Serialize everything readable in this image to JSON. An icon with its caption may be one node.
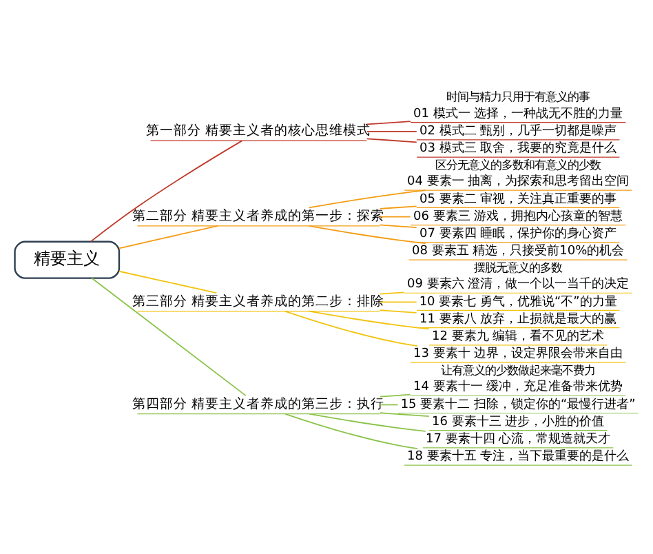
{
  "diagram": {
    "nodes": [
      {
        "text": [
          "精要主义"
        ]
      },
      {
        "text": [
          "第一部分 精要主义者的核心思维模式"
        ]
      },
      {
        "text": [
          "01 模式一 选择，一种战无不胜的力量"
        ]
      },
      {
        "text": [
          "02 模式二 甄别，几乎一切都是噪声"
        ]
      },
      {
        "text": [
          "03 模式三 取舍，我要的究竟是什么"
        ]
      },
      {
        "text": [
          "第二部分 精要主义者养成的第一步：探索"
        ]
      },
      {
        "text": [
          "04 要素一 抽离，为探索和思考留出空间"
        ]
      },
      {
        "text": [
          "05 要素二 审视，关注真正重要的事"
        ]
      },
      {
        "text": [
          "06 要素三 游戏，拥抱内心孩童的智慧"
        ]
      },
      {
        "text": [
          "07 要素四 睡眠，保护你的身心资产"
        ]
      },
      {
        "text": [
          "08 要素五 精选，只接受前10%的机会"
        ]
      },
      {
        "text": [
          "第三部分 精要主义者养成的第二步：排除"
        ]
      },
      {
        "text": [
          "09 要素六 澄清，做一个以一当千的决定"
        ]
      },
      {
        "text": [
          "10 要素七 勇气，优雅说“不”的力量"
        ]
      },
      {
        "text": [
          "11 要素八 放弃，止损就是最大的赢"
        ]
      },
      {
        "text": [
          "12 要素九 编辑，看不见的艺术"
        ]
      },
      {
        "text": [
          "13 要素十 边界，设定界限会带来自由"
        ]
      },
      {
        "text": [
          "第四部分 精要主义者养成的第三步：执行"
        ]
      },
      {
        "text": [
          "14 要素十一 缓冲，充足准备带来优势"
        ]
      },
      {
        "text": [
          "15 要素十二 扫除，锁定你的“最慢行进者”"
        ]
      },
      {
        "text": [
          "16 要素十三 进步，小胜的价值"
        ]
      },
      {
        "text": [
          "17 要素十四 心流，常规造就天才"
        ]
      },
      {
        "text": [
          "18 要素十五 专注，当下最重要的是什么"
        ]
      }
    ],
    "edges": [
      {
        "from": 0,
        "to": 1,
        "arrow": "none",
        "color": "#c0392b"
      },
      {
        "from": 1,
        "to": 2,
        "arrow": "none",
        "color": "#c0392b"
      },
      {
        "from": 1,
        "to": 3,
        "arrow": "none",
        "color": "#c0392b"
      },
      {
        "from": 1,
        "to": 4,
        "arrow": "none",
        "color": "#c0392b"
      },
      {
        "from": 0,
        "to": 5,
        "arrow": "none",
        "color": "#f39c12"
      },
      {
        "from": 5,
        "to": 6,
        "arrow": "none",
        "color": "#f39c12"
      },
      {
        "from": 5,
        "to": 7,
        "arrow": "none",
        "color": "#f39c12"
      },
      {
        "from": 5,
        "to": 8,
        "arrow": "none",
        "color": "#f39c12"
      },
      {
        "from": 5,
        "to": 9,
        "arrow": "none",
        "color": "#f39c12"
      },
      {
        "from": 5,
        "to": 10,
        "arrow": "none",
        "color": "#f39c12"
      },
      {
        "from": 0,
        "to": 11,
        "arrow": "none",
        "color": "#f1c40f"
      },
      {
        "from": 11,
        "to": 12,
        "arrow": "none",
        "color": "#f1c40f"
      },
      {
        "from": 11,
        "to": 13,
        "arrow": "none",
        "color": "#f1c40f"
      },
      {
        "from": 11,
        "to": 14,
        "arrow": "none",
        "color": "#f1c40f"
      },
      {
        "from": 11,
        "to": 15,
        "arrow": "none",
        "color": "#f1c40f"
      },
      {
        "from": 11,
        "to": 16,
        "arrow": "none",
        "color": "#f1c40f"
      },
      {
        "from": 0,
        "to": 17,
        "arrow": "none",
        "color": "#8bc34a"
      },
      {
        "from": 17,
        "to": 18,
        "arrow": "none",
        "color": "#8bc34a"
      },
      {
        "from": 17,
        "to": 19,
        "arrow": "none",
        "color": "#8bc34a"
      },
      {
        "from": 17,
        "to": 20,
        "arrow": "none",
        "color": "#8bc34a"
      },
      {
        "from": 17,
        "to": 21,
        "arrow": "none",
        "color": "#8bc34a"
      },
      {
        "from": 17,
        "to": 22,
        "arrow": "none",
        "color": "#8bc34a"
      }
    ],
    "labels": [
      "时间与精力只用于有意义的事",
      "区分无意义的多数和有意义的少数",
      "摆脱无意义的多数",
      "让有意义的少数做起来毫不费力"
    ]
  }
}
